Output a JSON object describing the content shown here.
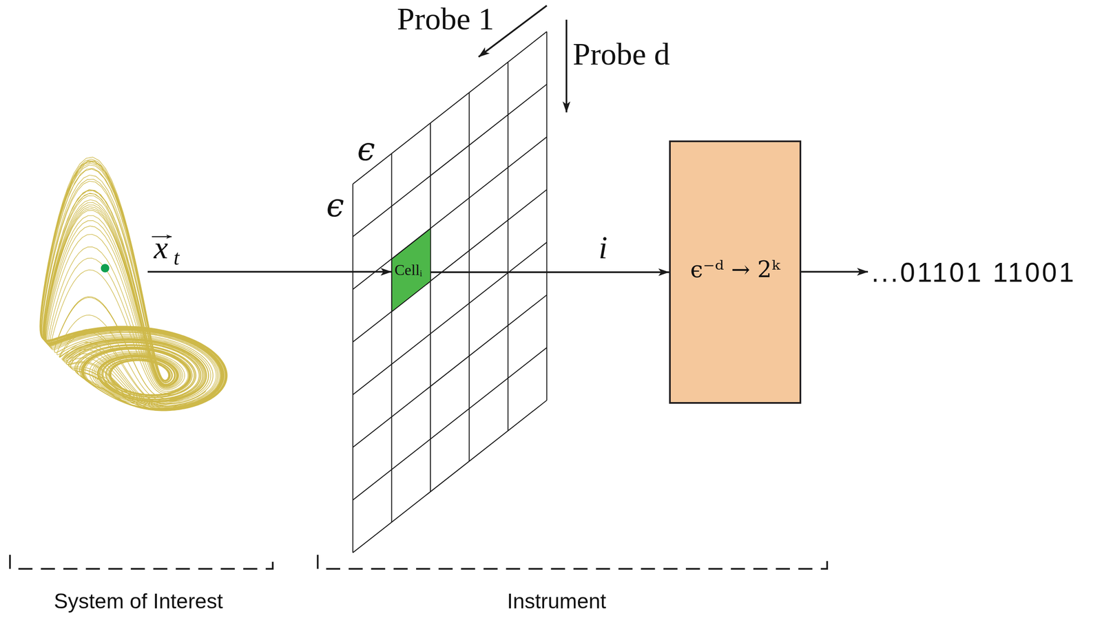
{
  "diagram": {
    "nodes": [
      {
        "text": [
          "Cellᵢ"
        ]
      },
      {
        "text": [
          "ϵ⁻ᵈ → 2ᵏ"
        ]
      }
    ],
    "edges": [
      {
        "from": 0,
        "to": 1,
        "arrow": "to",
        "label": "i"
      }
    ],
    "labels": [
      "Probe 1",
      "Probe d",
      "ϵ",
      "ϵ",
      "x",
      "t",
      "...01101 11001",
      "System of Interest",
      "Instrument"
    ]
  }
}
